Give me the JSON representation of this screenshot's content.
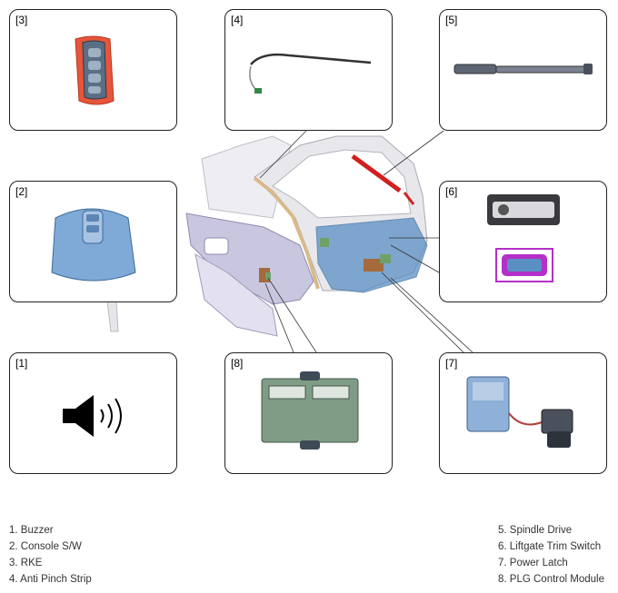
{
  "callouts": {
    "c1": "[1]",
    "c2": "[2]",
    "c3": "[3]",
    "c4": "[4]",
    "c5": "[5]",
    "c6": "[6]",
    "c7": "[7]",
    "c8": "[8]"
  },
  "legend_left": [
    "1. Buzzer",
    "2. Console S/W",
    "3. RKE",
    "4. Anti Pinch Strip"
  ],
  "legend_right": [
    "5. Spindle Drive",
    "6. Liftgate Trim Switch",
    "7. Power Latch",
    "8. PLG Control Module"
  ],
  "colors": {
    "spindle_red": "#d21f1f",
    "trim_blue": "#5a8fc4",
    "key_red": "#e8553a",
    "switch_magenta": "#b430c8",
    "module_green": "#7f9d86"
  }
}
